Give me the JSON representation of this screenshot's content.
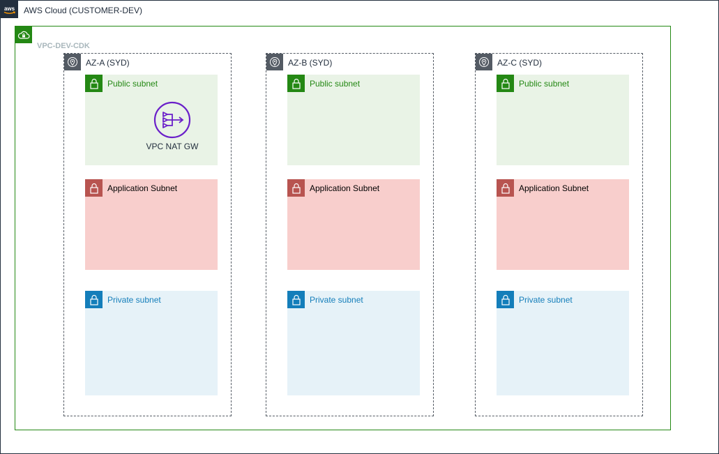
{
  "cloud": {
    "title": "AWS Cloud (CUSTOMER-DEV)",
    "icon": "aws-logo-icon",
    "border_color": "#232f3e"
  },
  "vpc": {
    "title": "VPC-DEV-CDK",
    "icon": "vpc-cloud-lock-icon",
    "border_color": "#248814"
  },
  "azs": [
    {
      "title": "AZ-A (SYD)",
      "subnets": {
        "public": "Public subnet",
        "application": "Application Subnet",
        "private": "Private subnet"
      },
      "nat_label": "VPC NAT GW"
    },
    {
      "title": "AZ-B (SYD)",
      "subnets": {
        "public": "Public subnet",
        "application": "Application Subnet",
        "private": "Private subnet"
      }
    },
    {
      "title": "AZ-C (SYD)",
      "subnets": {
        "public": "Public subnet",
        "application": "Application Subnet",
        "private": "Private subnet"
      }
    }
  ],
  "colors": {
    "public_fill": "#e9f3e6",
    "public_accent": "#248814",
    "application_fill": "#f8cecc",
    "application_accent": "#b85450",
    "private_fill": "#e6f2f8",
    "private_accent": "#147eba",
    "nat_icon": "#6a1fc9"
  }
}
